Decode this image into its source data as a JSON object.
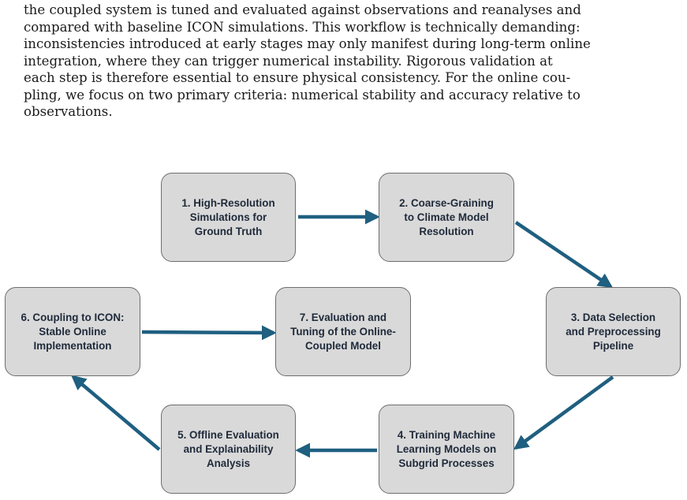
{
  "paragraph": {
    "lines": [
      "the coupled system is tuned and evaluated against observations and reanalyses and",
      "compared with baseline ICON simulations. This workflow is technically demanding:",
      "inconsistencies introduced at early stages may only manifest during long-term online",
      "integration, where they can trigger numerical instability. Rigorous validation at",
      "each step is therefore essential to ensure physical consistency. For the online cou-",
      "pling, we focus on two primary criteria: numerical stability and accuracy relative to",
      "observations."
    ]
  },
  "diagram": {
    "colors": {
      "box_fill": "#d9d9d9",
      "box_border": "#6e6e6e",
      "arrow": "#1f5f80",
      "text": "#1f2a3a"
    },
    "steps": [
      {
        "lines": [
          "1. High-Resolution",
          "Simulations for",
          "Ground Truth"
        ]
      },
      {
        "lines": [
          "2. Coarse-Graining",
          "to Climate Model",
          "Resolution"
        ]
      },
      {
        "lines": [
          "3. Data Selection",
          "and Preprocessing",
          "Pipeline"
        ]
      },
      {
        "lines": [
          "4. Training Machine",
          "Learning Models on",
          "Subgrid Processes"
        ]
      },
      {
        "lines": [
          "5. Offline Evaluation",
          "and Explainability",
          "Analysis"
        ]
      },
      {
        "lines": [
          "6. Coupling to ICON:",
          "Stable Online",
          "Implementation"
        ]
      },
      {
        "lines": [
          "7. Evaluation and",
          "Tuning of the Online-",
          "Coupled Model"
        ]
      }
    ],
    "arrows": [
      {
        "from": "step-1",
        "to": "step-2"
      },
      {
        "from": "step-2",
        "to": "step-3"
      },
      {
        "from": "step-3",
        "to": "step-4"
      },
      {
        "from": "step-4",
        "to": "step-5"
      },
      {
        "from": "step-5",
        "to": "step-6"
      },
      {
        "from": "step-6",
        "to": "step-7"
      }
    ]
  }
}
